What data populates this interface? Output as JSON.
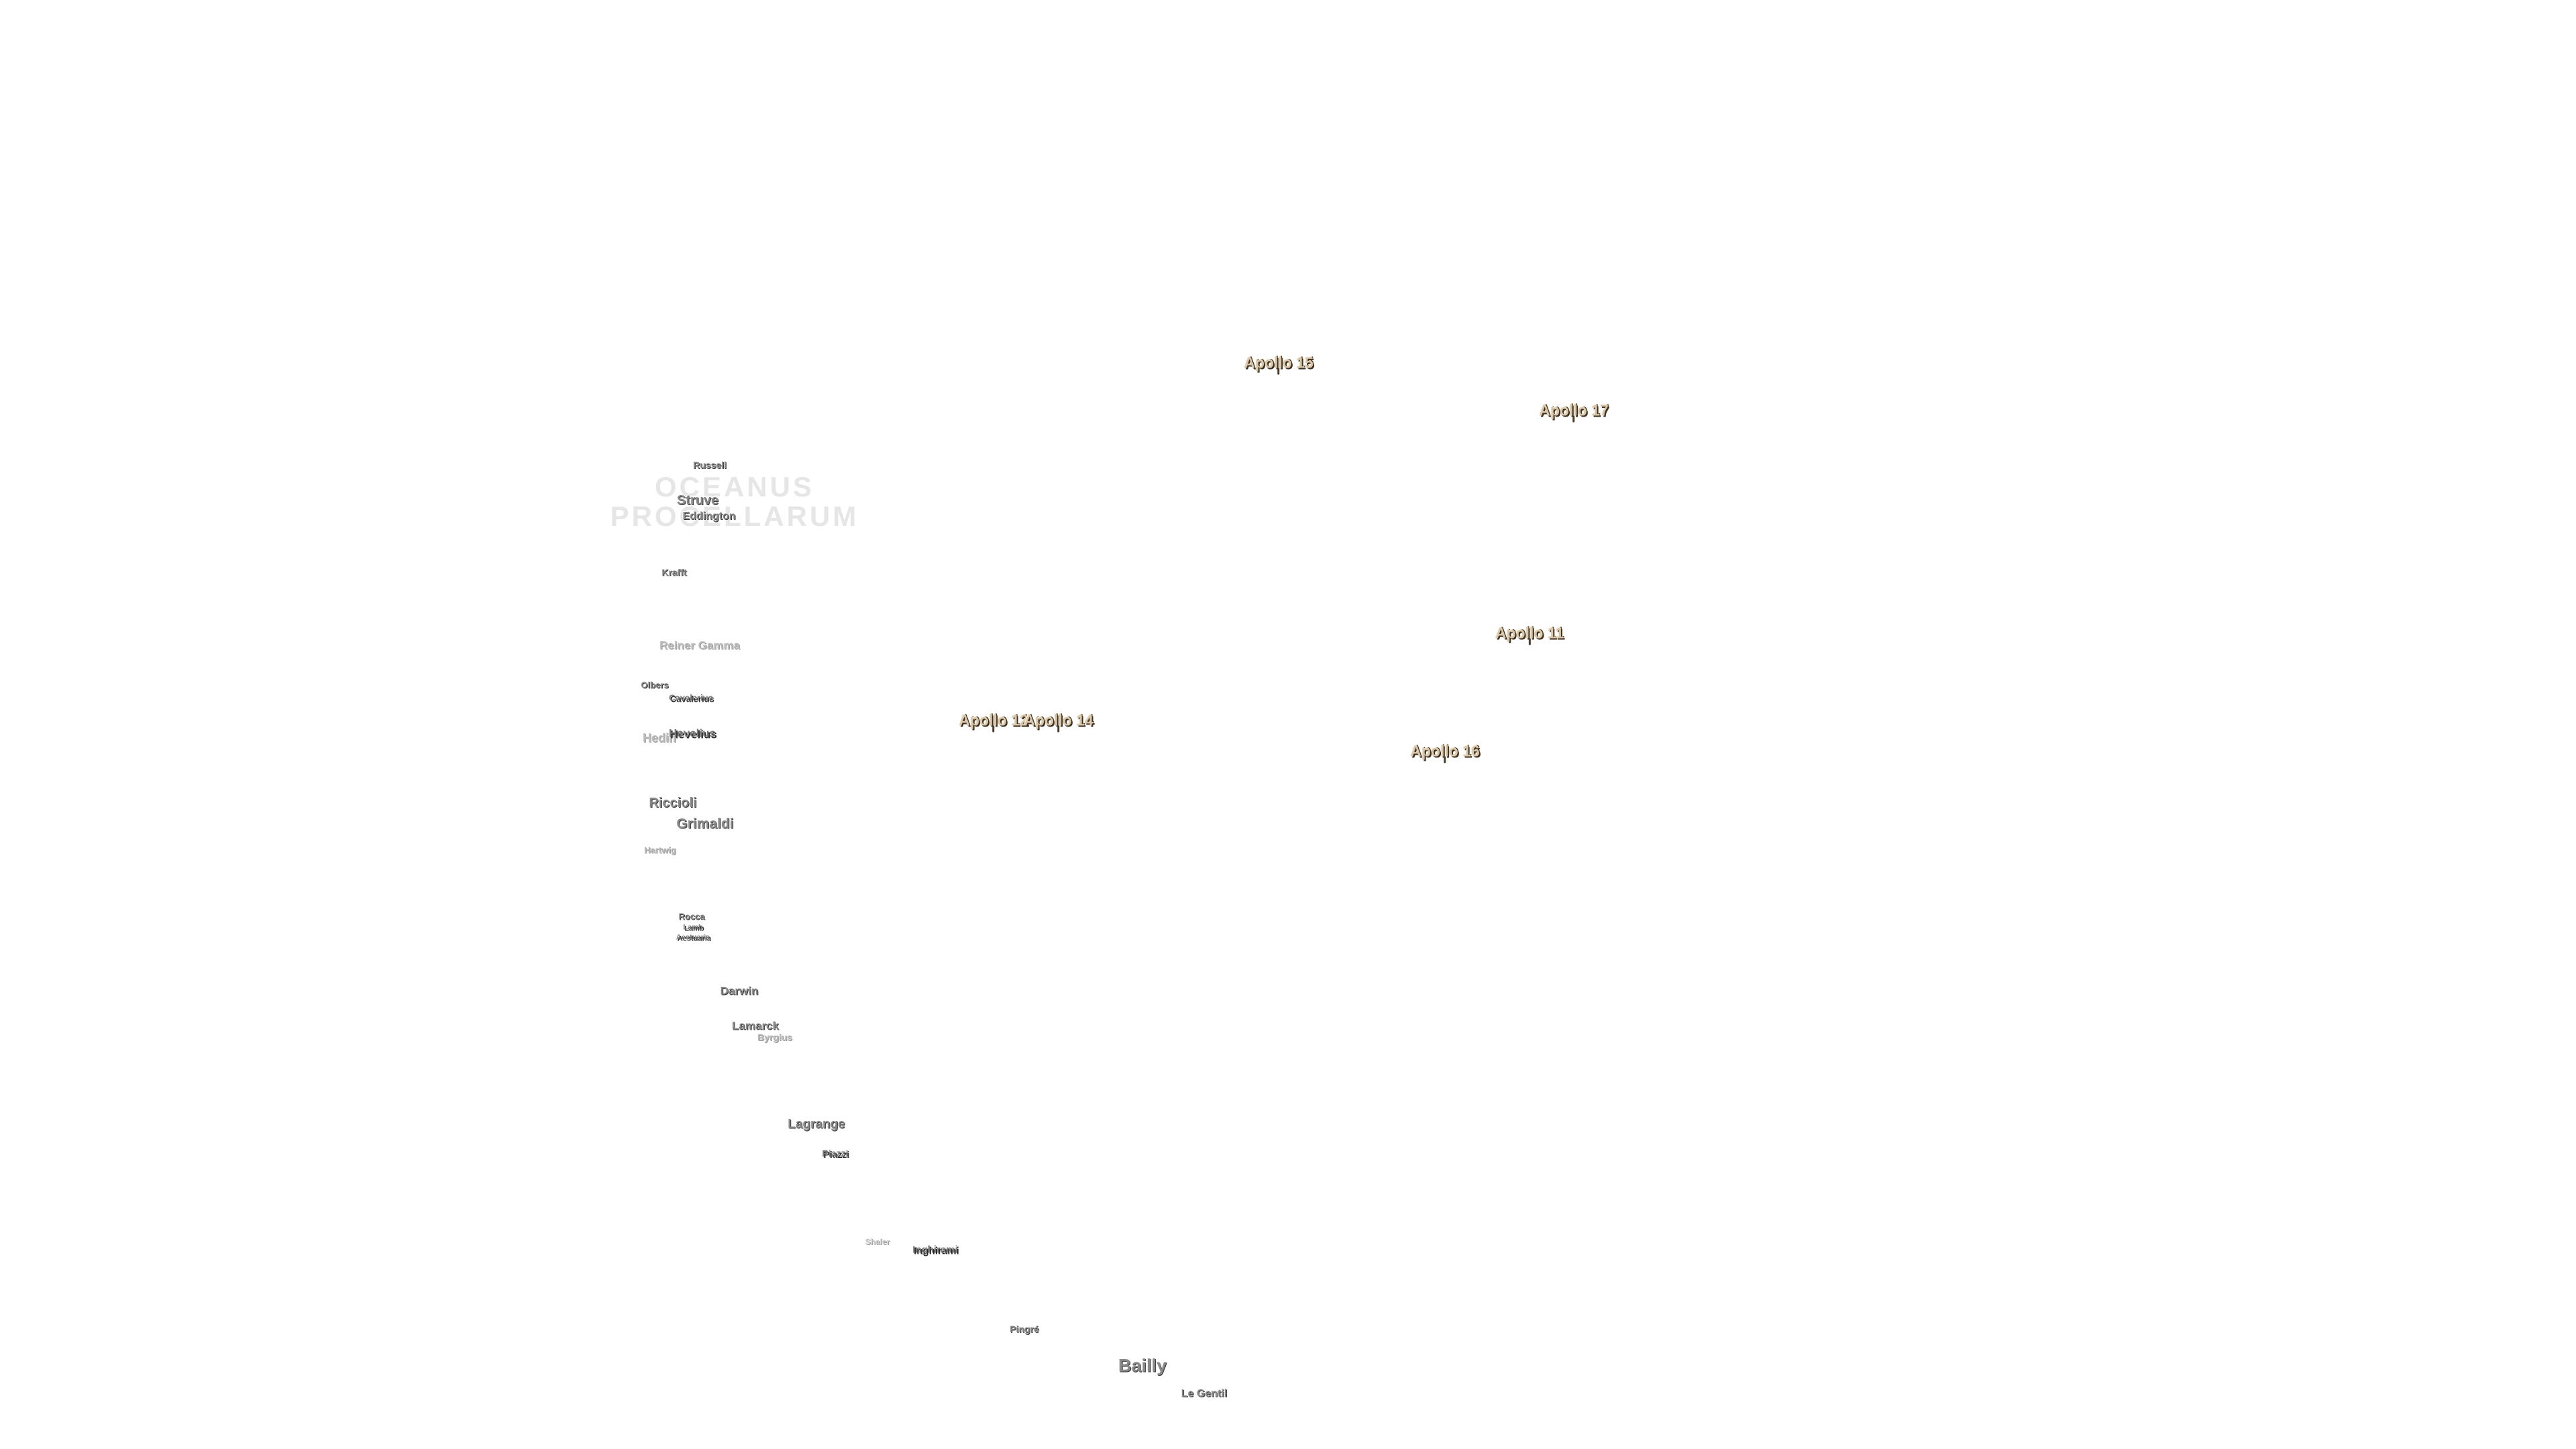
{
  "map": {
    "features": {
      "mare_label": "OCEANUS PROCELLARUM"
    },
    "craters": {
      "russell": "Russell",
      "struve": "Struve",
      "eddington": "Eddington",
      "krafft": "Krafft",
      "reiner_gamma": "Reiner Gamma",
      "olbers": "Olbers",
      "cavalerius": "Cavalerius",
      "hedin": "Hedin",
      "hevelius": "Hevelius",
      "riccioli": "Riccioli",
      "grimaldi": "Grimaldi",
      "hartwig": "Hartwig",
      "rocca": "Rocca",
      "lamb": "Lamb",
      "aestuaria": "Aestuaria",
      "darwin": "Darwin",
      "lamarck": "Lamarck",
      "byrgius": "Byrgius",
      "lagrange": "Lagrange",
      "piazzi": "Piazzi",
      "shaler": "Shaler",
      "inghirami": "Inghirami",
      "pingre": "Pingré",
      "bailly": "Bailly",
      "le_gentil": "Le Gentil"
    },
    "landing_sites": {
      "apollo_11": "Apollo 11",
      "apollo_12": "Apollo 12",
      "apollo_14": "Apollo 14",
      "apollo_15": "Apollo 15",
      "apollo_16": "Apollo 16",
      "apollo_17": "Apollo 17"
    },
    "colors": {
      "background": "#ffffff",
      "crater_label": "#8a8a8a",
      "apollo_label": "#d8c7ad",
      "apollo_shadow": "#3d2f1f"
    }
  }
}
